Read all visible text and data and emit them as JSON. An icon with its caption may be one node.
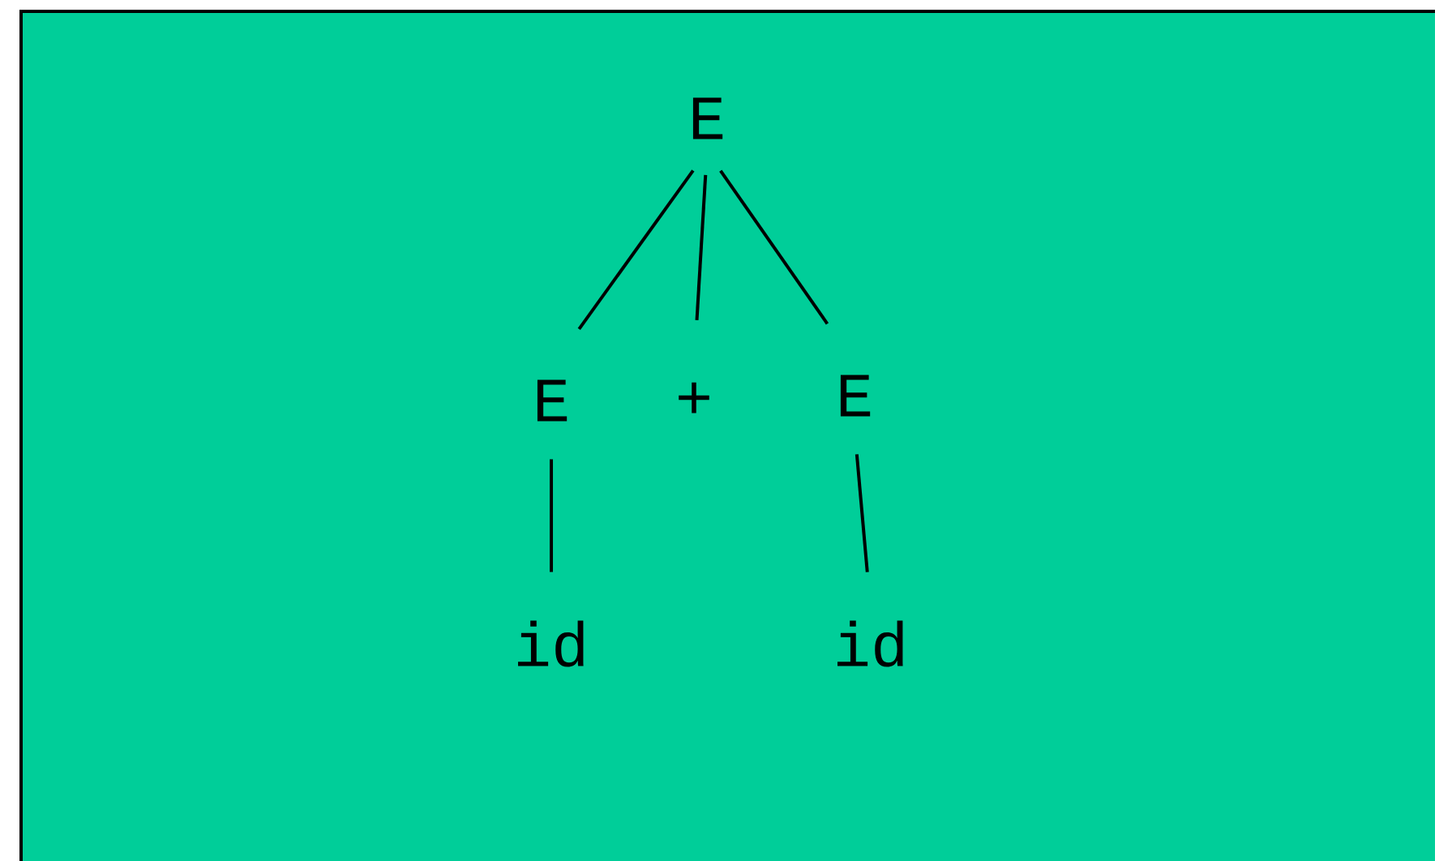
{
  "diagram": {
    "nodes": [
      {
        "text": [
          "E"
        ]
      },
      {
        "text": [
          "E"
        ]
      },
      {
        "text": [
          "+"
        ]
      },
      {
        "text": [
          "E"
        ]
      },
      {
        "text": [
          "id"
        ]
      },
      {
        "text": [
          "id"
        ]
      }
    ],
    "edges": [
      {
        "from": 0,
        "to": 1,
        "arrow": "none"
      },
      {
        "from": 0,
        "to": 2,
        "arrow": "none"
      },
      {
        "from": 0,
        "to": 3,
        "arrow": "none"
      },
      {
        "from": 1,
        "to": 4,
        "arrow": "none"
      },
      {
        "from": 3,
        "to": 5,
        "arrow": "none"
      }
    ]
  }
}
